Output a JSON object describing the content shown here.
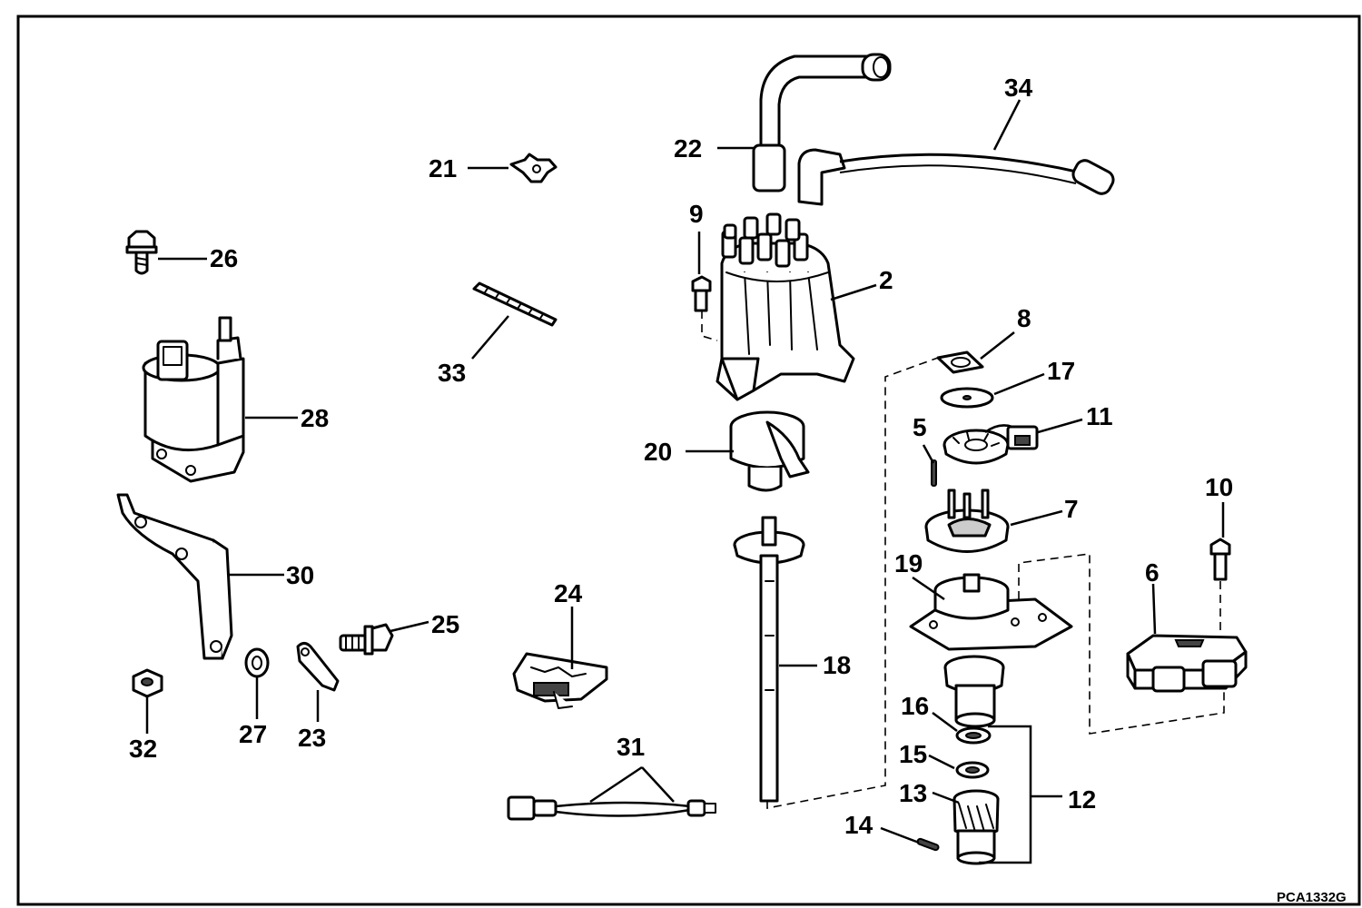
{
  "drawing_code": "PCA1332G",
  "callouts": {
    "c2": "2",
    "c5": "5",
    "c6": "6",
    "c7": "7",
    "c8": "8",
    "c9": "9",
    "c10": "10",
    "c11": "11",
    "c12": "12",
    "c13": "13",
    "c14": "14",
    "c15": "15",
    "c16": "16",
    "c17": "17",
    "c18": "18",
    "c19": "19",
    "c20": "20",
    "c21": "21",
    "c22": "22",
    "c23": "23",
    "c24": "24",
    "c25": "25",
    "c26": "26",
    "c27": "27",
    "c28": "28",
    "c30": "30",
    "c31": "31",
    "c32": "32",
    "c33": "33",
    "c34": "34"
  }
}
